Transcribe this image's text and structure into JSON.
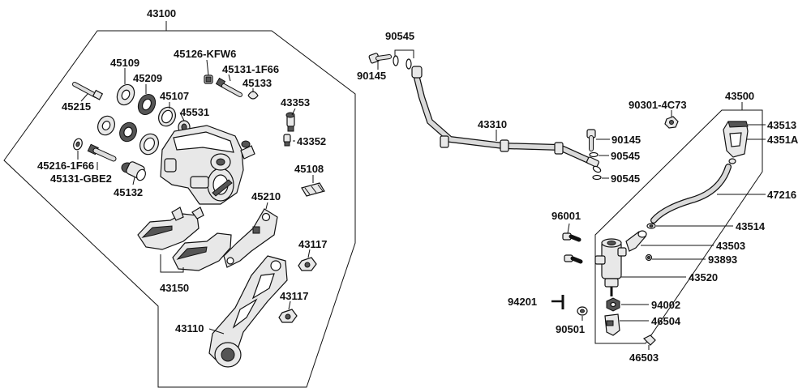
{
  "labels": {
    "l43100": "43100",
    "l45109": "45109",
    "l45126": "45126-KFW6",
    "l45131a": "45131-1F66",
    "l45133": "45133",
    "l45209": "45209",
    "l45215": "45215",
    "l45107": "45107",
    "l45531": "45531",
    "l43353": "43353",
    "l43352": "43352",
    "l45216": "45216-1F66",
    "l45131b": "45131-GBE2",
    "l45132": "45132",
    "l45108": "45108",
    "l45210": "45210",
    "l43117a": "43117",
    "l43117b": "43117",
    "l43150": "43150",
    "l43110": "43110",
    "l90545a": "90545",
    "l90145a": "90145",
    "l43310": "43310",
    "l90145b": "90145",
    "l90545b": "90545",
    "l90545c": "90545",
    "l90301": "90301-4C73",
    "l43500": "43500",
    "l43513": "43513",
    "l4351A": "4351A",
    "l47216": "47216",
    "l96001": "96001",
    "l43514": "43514",
    "l43503": "43503",
    "l93893": "93893",
    "l43520": "43520",
    "l94201": "94201",
    "l94002": "94002",
    "l90501": "90501",
    "l46504": "46504",
    "l46503": "46503"
  }
}
